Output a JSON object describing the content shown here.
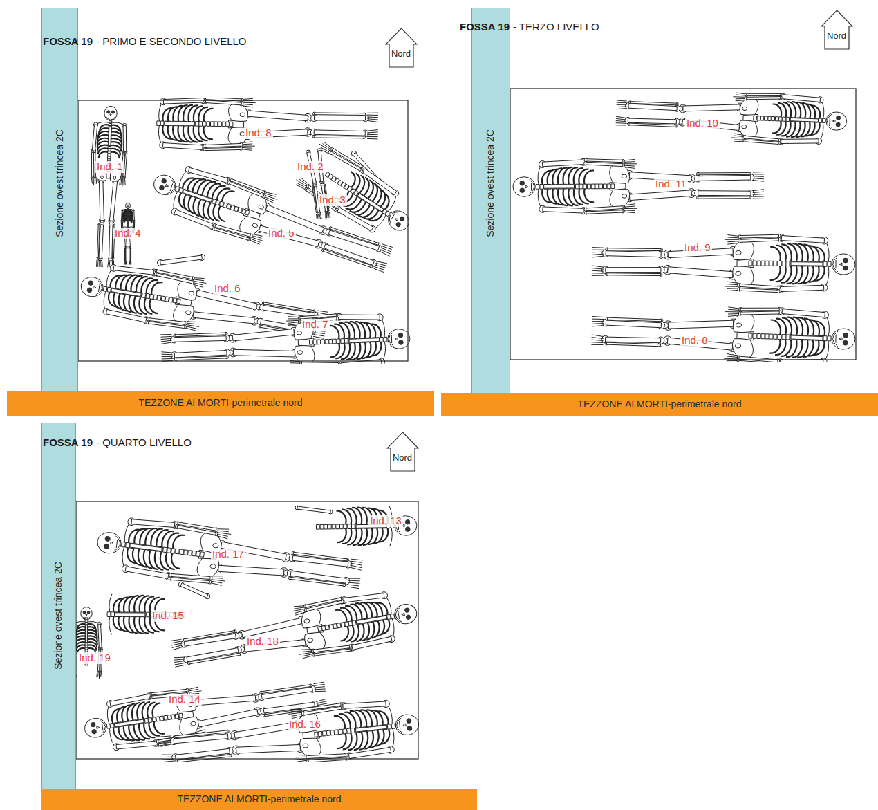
{
  "diagram": {
    "nodes": [
      {
        "text": [
          "Nord"
        ]
      },
      {
        "text": [
          "Sezione ovest trincea 2C"
        ]
      },
      {
        "text": [
          "TEZZONE AI MORTI-perimetrale nord"
        ]
      },
      {
        "text": [
          "Nord"
        ]
      },
      {
        "text": [
          "Sezione ovest trincea 2C"
        ]
      },
      {
        "text": [
          "TEZZONE AI MORTI-perimetrale nord"
        ]
      },
      {
        "text": [
          "Nord"
        ]
      },
      {
        "text": [
          "Sezione ovest trincea 2C"
        ]
      },
      {
        "text": [
          "TEZZONE AI MORTI-perimetrale nord"
        ]
      }
    ],
    "labels": [
      "FOSSA 19",
      "- PRIMO E SECONDO LIVELLO",
      "Ind. 8",
      "Ind. 1",
      "Ind. 2",
      "Ind. 3",
      "Ind. 5",
      "Ind. 4",
      "Ind. 6",
      "Ind. 7",
      "FOSSA 19",
      "- TERZO LIVELLO",
      "Ind. 10",
      "Ind. 11",
      "Ind. 9",
      "Ind. 8",
      "FOSSA 19",
      "- QUARTO LIVELLO",
      "Ind. 13",
      "Ind. 17",
      "Ind. 15",
      "Ind. 18",
      "Ind. 19",
      "Ind. 14",
      "Ind. 16"
    ]
  }
}
